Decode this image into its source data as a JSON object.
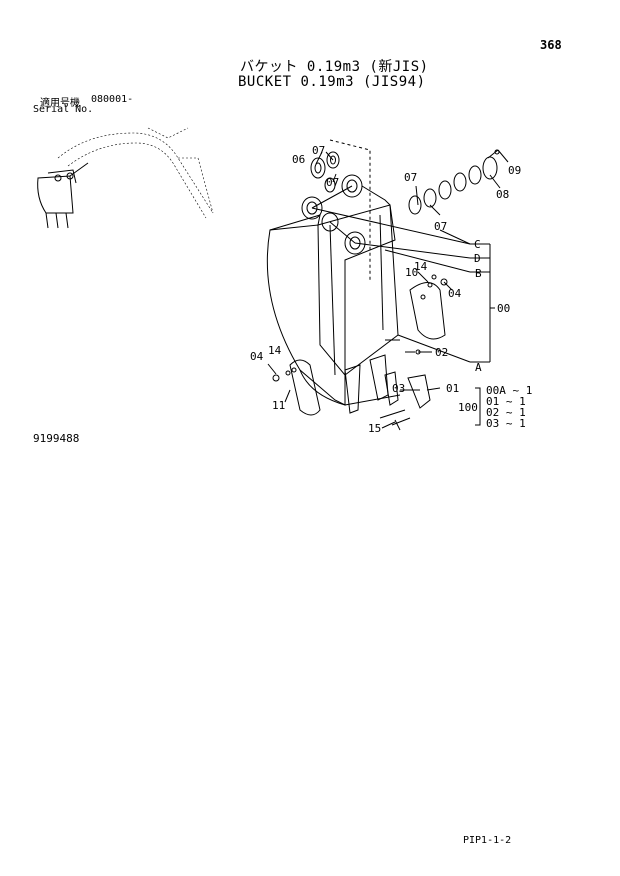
{
  "page_number": "368",
  "title_jp": "バケット 0.19m3 (新JIS)",
  "title_en": "BUCKET 0.19m3 (JIS94)",
  "serial_label_jp": "適用号機",
  "serial_label_en": "Serial No.",
  "serial_value": "080001-",
  "doc_code": "9199488",
  "footer_code": "PIP1-1-2",
  "callouts": {
    "c06": "06",
    "c07a": "07",
    "c07b": "07",
    "c07c": "07",
    "c07d": "07",
    "c08": "08",
    "c09": "09",
    "c10": "10",
    "c14a": "14",
    "c04a": "04",
    "c00": "00",
    "c02": "02",
    "c03": "03",
    "c01": "01",
    "c04b": "04",
    "c14b": "14",
    "c11": "11",
    "c15": "15",
    "cA": "A",
    "cB": "B",
    "cC": "C",
    "cD": "D"
  },
  "assembly_group": "100",
  "assembly_items": [
    "00A ~ 1",
    "01  ~ 1",
    "02  ~ 1",
    "03  ~ 1"
  ]
}
